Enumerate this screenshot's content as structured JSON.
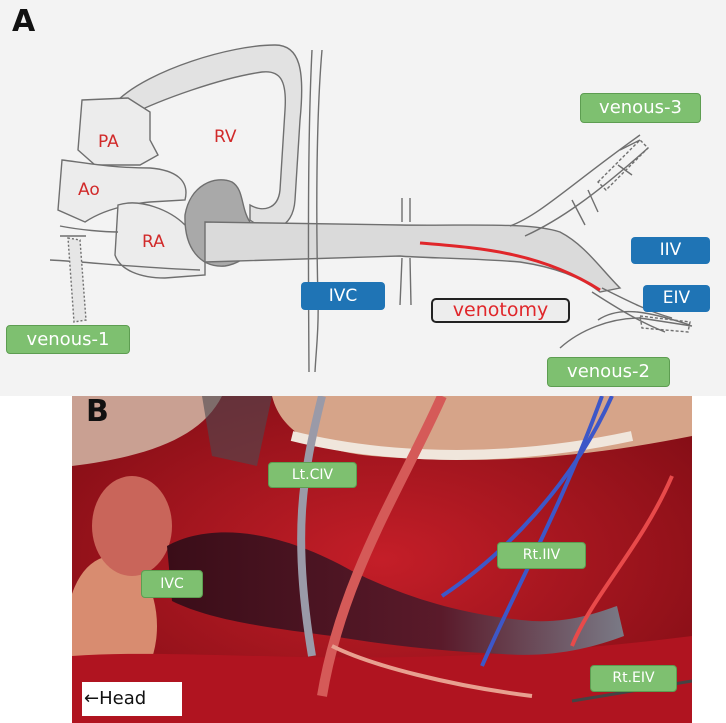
{
  "panel_a": {
    "letter": "A",
    "structures": {
      "pa": "PA",
      "ao": "Ao",
      "ra": "RA",
      "rv": "RV"
    },
    "labels": {
      "venous_1": "venous-1",
      "venous_2": "venous-2",
      "venous_3": "venous-3",
      "ivc": "IVC",
      "iiv": "IIV",
      "eiv": "EIV",
      "venotomy": "venotomy"
    }
  },
  "panel_b": {
    "letter": "B",
    "labels": {
      "lt_civ": "Lt.CIV",
      "ivc": "IVC",
      "rt_iiv": "Rt.IIV",
      "rt_eiv": "Rt.EIV"
    },
    "head": "←Head"
  },
  "colors": {
    "green_tag": "#7ec070",
    "blue_tag": "#1f74b5",
    "red_label": "#d12a2a",
    "incision_line": "#e0262a"
  }
}
